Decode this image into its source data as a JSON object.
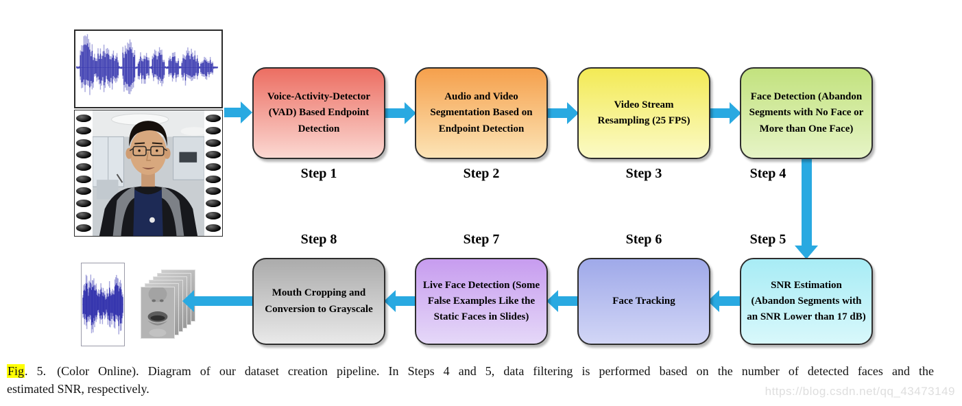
{
  "figure": {
    "caption": {
      "highlight": "Fig",
      "prefix_rest": ". 5.",
      "line1": "(Color Online). Diagram of our dataset creation pipeline. In Steps 4 and 5, data filtering is performed based on the number of detected faces and the",
      "line2": "estimated SNR, respectively."
    },
    "watermark": "https://blog.csdn.net/qq_43473149"
  },
  "pipeline": {
    "steps": [
      {
        "label": "Step 1",
        "text": "Voice-Activity-Detector\n(VAD) Based Endpoint\nDetection",
        "color_top": "#ec6e62",
        "color_bottom": "#fbd8d2"
      },
      {
        "label": "Step 2",
        "text": "Audio and Video\nSegmentation Based on\nEndpoint Detection",
        "color_top": "#f5a04c",
        "color_bottom": "#fce4b6"
      },
      {
        "label": "Step 3",
        "text": "Video Stream\nResampling (25 FPS)",
        "color_top": "#f3ea55",
        "color_bottom": "#fbfac6"
      },
      {
        "label": "Step 4",
        "text": "Face Detection (Abandon\nSegments with No Face or\nMore than One Face)",
        "color_top": "#c2e27e",
        "color_bottom": "#e6f4c6"
      },
      {
        "label": "Step 5",
        "text": "SNR Estimation\n(Abandon Segments with\nan SNR Lower than 17 dB)",
        "color_top": "#a8ecf5",
        "color_bottom": "#d8f8fb"
      },
      {
        "label": "Step 6",
        "text": "Face Tracking",
        "color_top": "#9fa9e9",
        "color_bottom": "#d2d6f6"
      },
      {
        "label": "Step 7",
        "text": "Live Face Detection (Some\nFalse Examples Like the\nStatic Faces in Slides)",
        "color_top": "#c79cef",
        "color_bottom": "#e5d8f8"
      },
      {
        "label": "Step 8",
        "text": "Mouth Cropping and\nConversion to Grayscale",
        "color_top": "#ababab",
        "color_bottom": "#e9e9e9"
      }
    ]
  },
  "colors": {
    "arrow": "#29a9e1",
    "highlight": "#ffff00",
    "box_border": "#2d2d2d"
  },
  "media": {
    "input_audio": "audio-waveform",
    "input_video": "video-filmstrip-frame",
    "output_audio": "audio-waveform-small",
    "output_video": "grayscale-mouth-crops"
  }
}
